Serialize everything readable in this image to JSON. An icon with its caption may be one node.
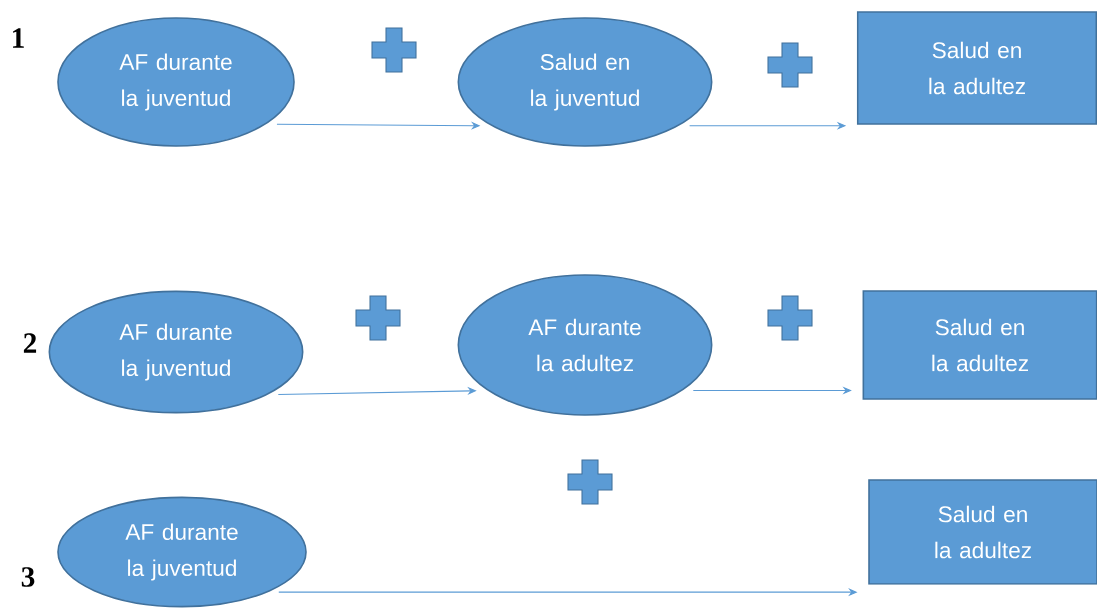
{
  "diagram": {
    "nodes": [
      {
        "text": [
          "AF durante la juventud"
        ]
      },
      {
        "text": [
          "Salud en la juventud"
        ]
      },
      {
        "text": [
          "Salud en la adultez"
        ]
      },
      {
        "text": [
          "AF durante la juventud"
        ]
      },
      {
        "text": [
          "AF durante la adultez"
        ]
      },
      {
        "text": [
          "Salud en la adultez"
        ]
      },
      {
        "text": [
          "AF durante la juventud"
        ]
      },
      {
        "text": [
          "Salud en la adultez"
        ]
      }
    ],
    "edges": [
      {
        "from": 0,
        "to": 1,
        "arrow": "to"
      },
      {
        "from": 1,
        "to": 2,
        "arrow": "to"
      },
      {
        "from": 3,
        "to": 4,
        "arrow": "to"
      },
      {
        "from": 4,
        "to": 5,
        "arrow": "to"
      },
      {
        "from": 6,
        "to": 7,
        "arrow": "to"
      }
    ],
    "labels": [
      "1",
      "2",
      "3"
    ]
  }
}
